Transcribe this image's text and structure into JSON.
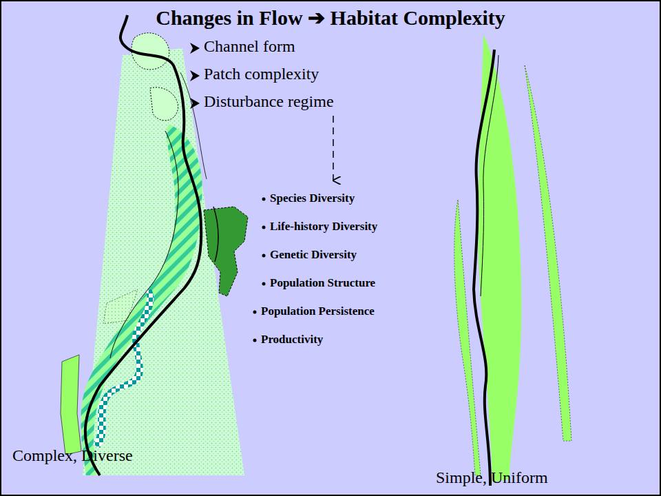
{
  "diagram": {
    "title": "Changes in Flow ➔ Habitat Complexity",
    "labels": [
      "Channel form",
      "Patch complexity",
      "Disturbance regime",
      "Species Diversity",
      "Life-history Diversity",
      "Genetic Diversity",
      "Population Structure",
      "Population Persistence",
      "Productivity",
      "Complex, Diverse",
      "Simple, Uniform"
    ]
  }
}
